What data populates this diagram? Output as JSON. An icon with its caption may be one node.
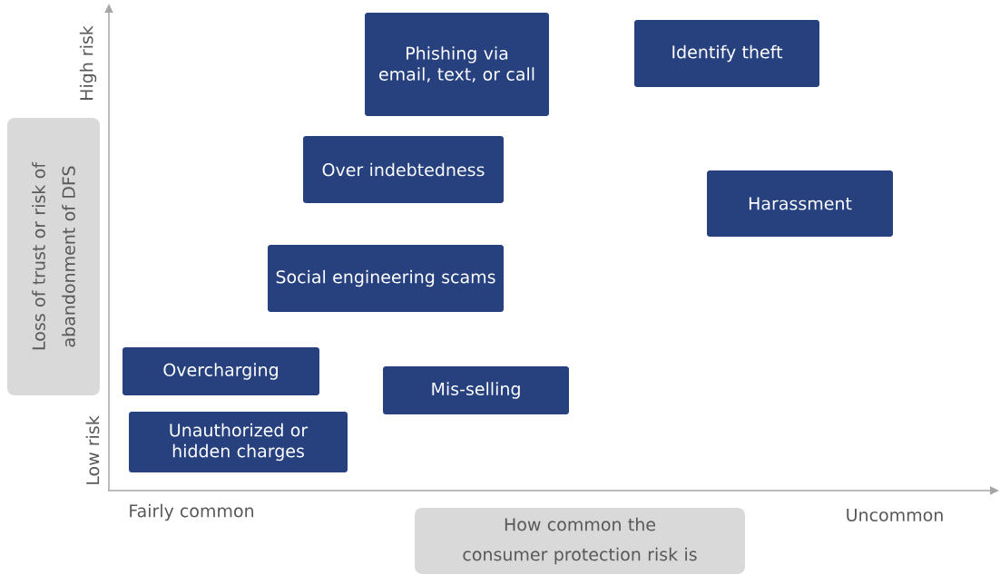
{
  "diagram": {
    "nodes": [
      {
        "text": [
          "Phishing via email, text, or call"
        ]
      },
      {
        "text": [
          "Identify theft"
        ]
      },
      {
        "text": [
          "Over indebtedness"
        ]
      },
      {
        "text": [
          "Harassment"
        ]
      },
      {
        "text": [
          "Social engineering scams"
        ]
      },
      {
        "text": [
          "Overcharging"
        ]
      },
      {
        "text": [
          "Mis-selling"
        ]
      },
      {
        "text": [
          "Unauthorized or hidden charges"
        ]
      },
      {
        "text": [
          "Loss of trust or risk of abandonment of DFS"
        ]
      },
      {
        "text": [
          "How common the consumer protection risk is"
        ]
      }
    ],
    "labels": [
      "High risk",
      "Low risk",
      "Fairly common",
      "Uncommon"
    ]
  }
}
